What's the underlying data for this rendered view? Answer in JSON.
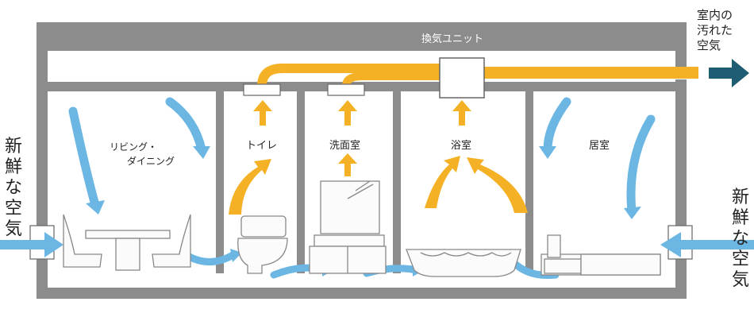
{
  "labels": {
    "ventilation_unit": "換気ユニット",
    "exhaust": [
      "室内の",
      "汚れた",
      "空気"
    ],
    "fresh_air": [
      "新",
      "鮮",
      "な",
      "空",
      "気"
    ],
    "rooms": {
      "living_line1": "リビング・",
      "living_line2": "ダイニング",
      "toilet": "トイレ",
      "washroom": "洗面室",
      "bathroom": "浴室",
      "bedroom": "居室"
    }
  },
  "colors": {
    "wall": "#8c8c8c",
    "wall_dark": "#6f6f6f",
    "duct": "#f4b125",
    "supply_arrow": "#6cb6e3",
    "exhaust_arrow": "#1f5d75",
    "text": "#222222"
  }
}
